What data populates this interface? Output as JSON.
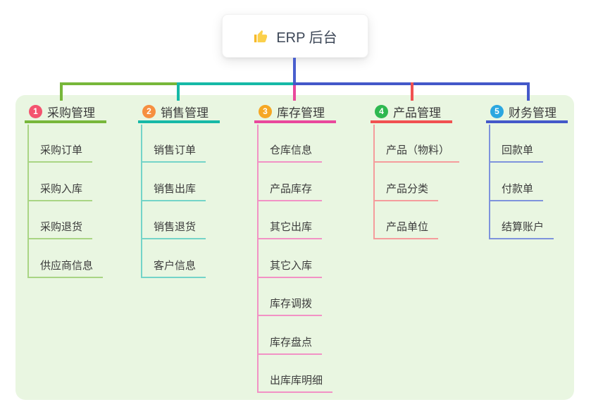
{
  "root": {
    "label": "ERP 后台",
    "icon": "thumbs-up-icon"
  },
  "branches": [
    {
      "index": "1",
      "title": "采购管理",
      "badge_color": "#f4536e",
      "line_color": "#77b73a",
      "light_color": "#a9d584",
      "children": [
        "采购订单",
        "采购入库",
        "采购退货",
        "供应商信息"
      ]
    },
    {
      "index": "2",
      "title": "销售管理",
      "badge_color": "#f68f40",
      "line_color": "#16b9a7",
      "light_color": "#74d4c8",
      "children": [
        "销售订单",
        "销售出库",
        "销售退货",
        "客户信息"
      ]
    },
    {
      "index": "3",
      "title": "库存管理",
      "badge_color": "#f6a723",
      "line_color": "#e9489c",
      "light_color": "#f292c5",
      "children": [
        "仓库信息",
        "产品库存",
        "其它出库",
        "其它入库",
        "库存调拨",
        "库存盘点",
        "出库库明细"
      ]
    },
    {
      "index": "4",
      "title": "产品管理",
      "badge_color": "#2eb850",
      "line_color": "#f15151",
      "light_color": "#f59c9c",
      "children": [
        "产品（物料）",
        "产品分类",
        "产品单位"
      ]
    },
    {
      "index": "5",
      "title": "财务管理",
      "badge_color": "#2ba7e0",
      "line_color": "#4458c9",
      "light_color": "#7e93dc",
      "children": [
        "回款单",
        "付款单",
        "结算账户"
      ]
    }
  ],
  "colors": {
    "canvas_bg": "#ffffff",
    "panel_bg": "#e9f6e1",
    "root_connector": "#4a5fce",
    "text": "#3c3c3c"
  }
}
